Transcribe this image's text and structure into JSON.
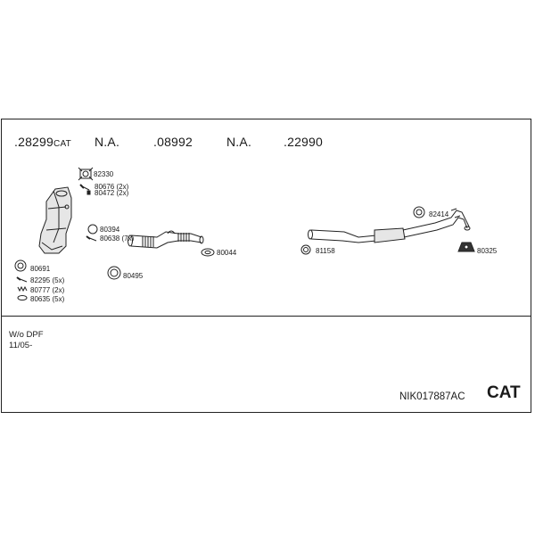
{
  "header": {
    "refs": [
      {
        "number": ".28299",
        "suffix": "CAT"
      },
      {
        "number": "N.A.",
        "suffix": ""
      },
      {
        "number": ".08992",
        "suffix": ""
      },
      {
        "number": "N.A.",
        "suffix": ""
      },
      {
        "number": ".22990",
        "suffix": ""
      }
    ]
  },
  "parts": {
    "p82330": "82330",
    "p80676": "80676 (2x)",
    "p80472": "80472 (2x)",
    "p80394": "80394",
    "p80638": "80638 (7x)",
    "p80044": "80044",
    "p80495": "80495",
    "p80691": "80691",
    "p82295": "82295 (5x)",
    "p80777": "80777 (2x)",
    "p80635": "80635 (5x)",
    "p82414": "82414",
    "p81158": "81158",
    "p80325": "80325"
  },
  "notes": {
    "line1": "W/o DPF",
    "line2": "11/05-"
  },
  "footer": {
    "kit_number": "NIK017887AC",
    "badge": "CAT"
  }
}
